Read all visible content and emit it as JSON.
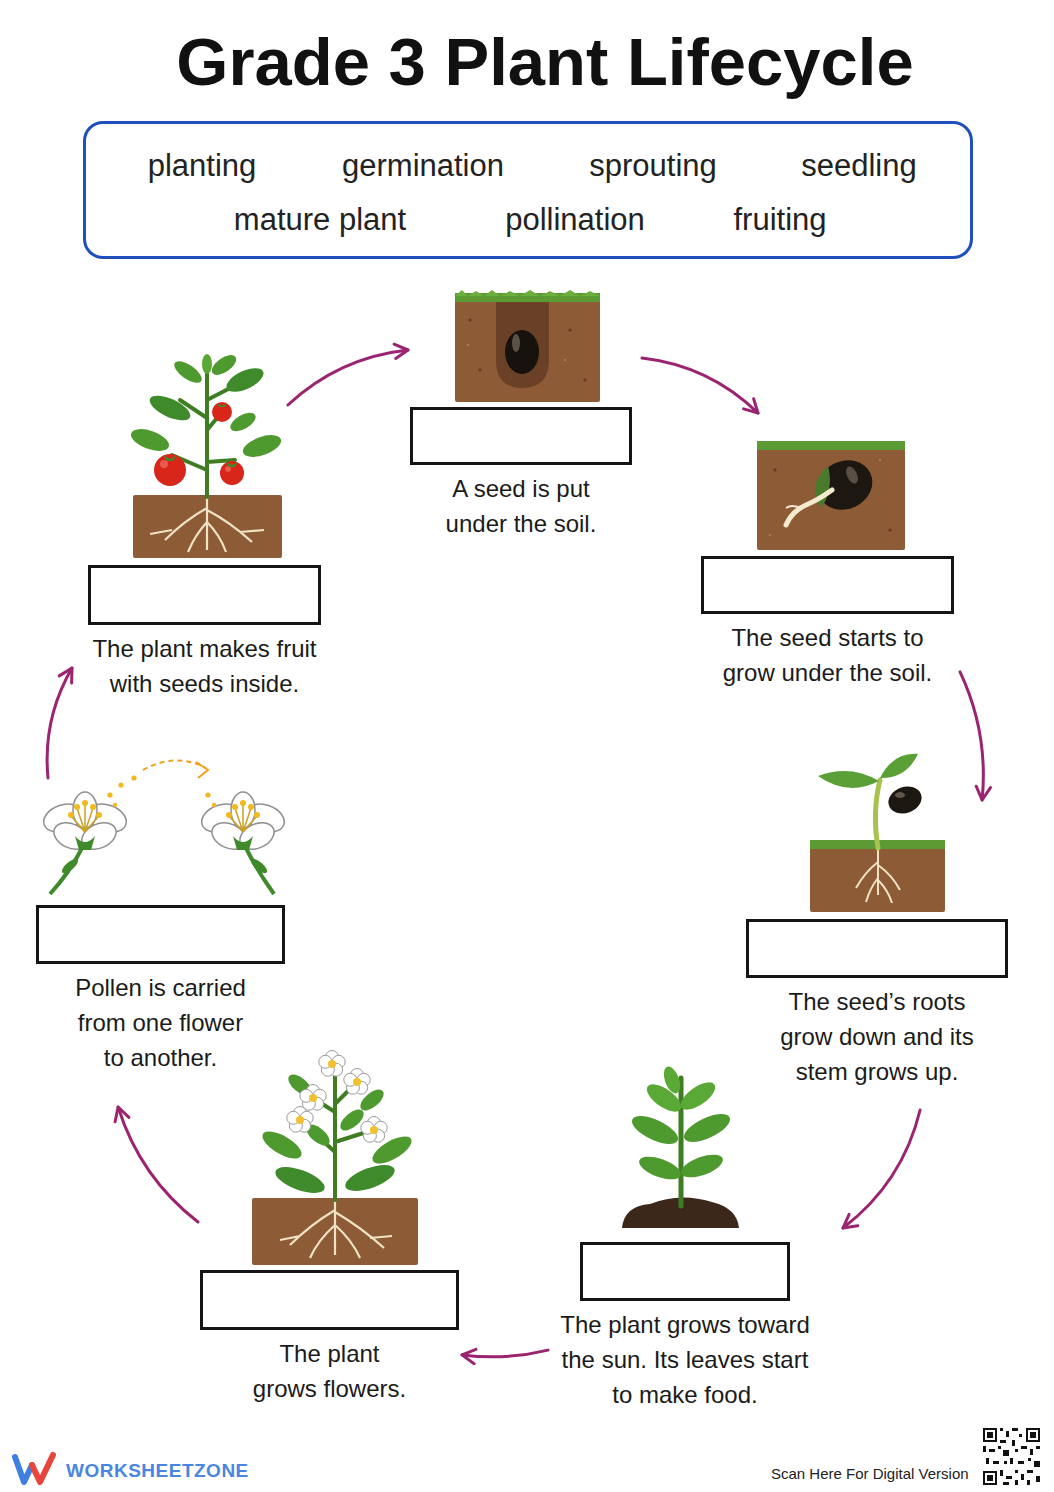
{
  "diagram": {
    "title": "Grade 3 Plant Lifecycle",
    "nodes": [
      {
        "text": [
          "planting",
          "germination",
          "sprouting",
          "seedling",
          "mature plant",
          "pollination",
          "fruiting"
        ]
      },
      {
        "text": [
          "A seed is put under the soil."
        ]
      },
      {
        "text": [
          "The seed starts to grow under the soil."
        ]
      },
      {
        "text": [
          "The seed’s roots grow down and its stem grows up."
        ]
      },
      {
        "text": [
          "The plant grows toward the sun. Its leaves start to make food."
        ]
      },
      {
        "text": [
          "The plant grows flowers."
        ]
      },
      {
        "text": [
          "Pollen is carried from one flower to another."
        ]
      },
      {
        "text": [
          "The plant makes fruit with seeds inside."
        ]
      }
    ],
    "edges": [
      {
        "from": 1,
        "to": 2,
        "arrow": "to"
      },
      {
        "from": 2,
        "to": 3,
        "arrow": "to"
      },
      {
        "from": 3,
        "to": 4,
        "arrow": "to"
      },
      {
        "from": 4,
        "to": 5,
        "arrow": "to"
      },
      {
        "from": 5,
        "to": 6,
        "arrow": "to"
      },
      {
        "from": 6,
        "to": 7,
        "arrow": "to"
      },
      {
        "from": 7,
        "to": 1,
        "arrow": "to"
      }
    ],
    "labels": [
      "WORKSHEETZONE",
      "Scan Here For Digital Version"
    ]
  }
}
